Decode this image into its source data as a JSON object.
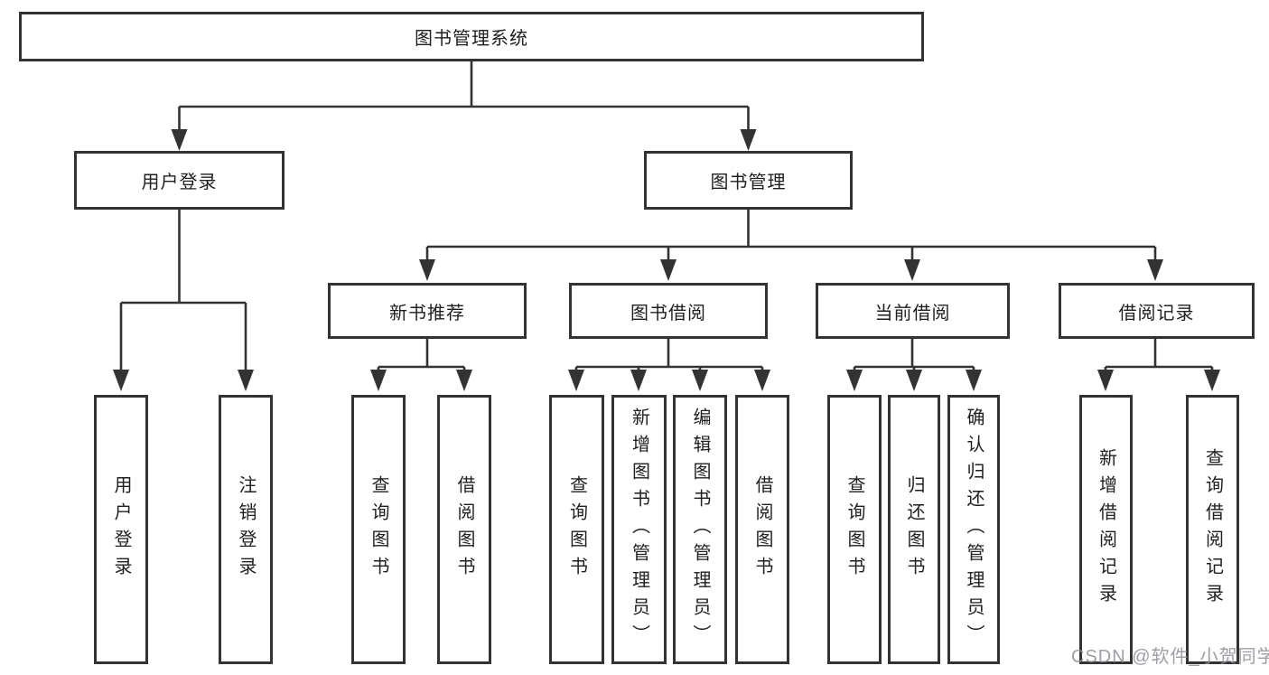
{
  "tree": {
    "label": "图书管理系统",
    "children": [
      {
        "label": "用户登录",
        "children": [
          {
            "label": "用户登录"
          },
          {
            "label": "注销登录"
          }
        ]
      },
      {
        "label": "图书管理",
        "children": [
          {
            "label": "新书推荐",
            "children": [
              {
                "label": "查询图书"
              },
              {
                "label": "借阅图书"
              }
            ]
          },
          {
            "label": "图书借阅",
            "children": [
              {
                "label": "查询图书"
              },
              {
                "label": "新增图书（管理员）"
              },
              {
                "label": "编辑图书（管理员）"
              },
              {
                "label": "借阅图书"
              }
            ]
          },
          {
            "label": "当前借阅",
            "children": [
              {
                "label": "查询图书"
              },
              {
                "label": "归还图书"
              },
              {
                "label": "确认归还（管理员）"
              }
            ]
          },
          {
            "label": "借阅记录",
            "children": [
              {
                "label": "新增借阅记录"
              },
              {
                "label": "查询借阅记录"
              }
            ]
          }
        ]
      }
    ]
  },
  "watermark": {
    "text": "CSDN @软件_小贺同学"
  },
  "colors": {
    "line": "#333333",
    "text": "#1f1f1f",
    "watermark": "#8c8c96",
    "background": "#ffffff"
  }
}
